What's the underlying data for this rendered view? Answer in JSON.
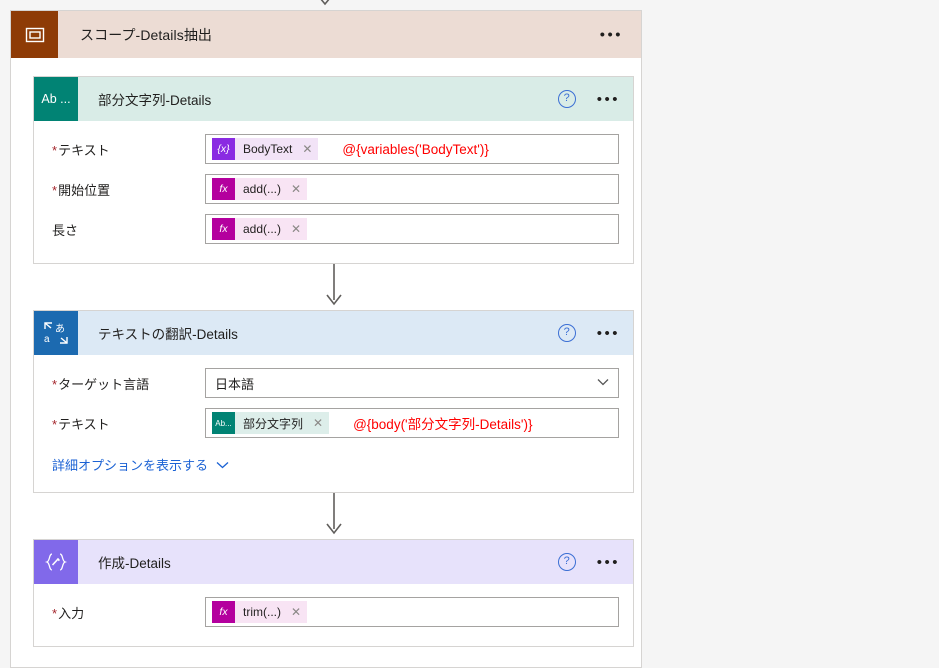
{
  "canvas": {
    "background": "#f5f5f5"
  },
  "scope": {
    "title": "スコープ-Details抽出",
    "icon": "scope-icon",
    "icon_color": "#8e3b06",
    "header_color": "#ecdcd4",
    "menu_label": "•••"
  },
  "common": {
    "help_label": "?",
    "menu_label": "•••",
    "chip_remove_label": "✕",
    "chevron_down": "⌄"
  },
  "cards": [
    {
      "title": "部分文字列-Details",
      "icon_text": "Ab ...",
      "icon_color": "#018374",
      "header_color": "#d9ece7",
      "rows": [
        {
          "label": "テキスト",
          "required": true,
          "chip": {
            "kind": "var",
            "badge": "{x}",
            "text": "BodyText"
          },
          "annotation": "@{variables('BodyText')}"
        },
        {
          "label": "開始位置",
          "required": true,
          "chip": {
            "kind": "expr",
            "badge": "fx",
            "text": "add(...)"
          },
          "annotation": ""
        },
        {
          "label": "長さ",
          "required": false,
          "chip": {
            "kind": "expr",
            "badge": "fx",
            "text": "add(...)"
          },
          "annotation": ""
        }
      ]
    },
    {
      "title": "テキストの翻訳-Details",
      "icon_text": "あa",
      "icon_color": "#1c6ab0",
      "header_color": "#dce9f5",
      "select_row": {
        "label": "ターゲット言語",
        "required": true,
        "value": "日本語"
      },
      "rows": [
        {
          "label": "テキスト",
          "required": true,
          "chip": {
            "kind": "out",
            "badge": "Ab...",
            "text": "部分文字列"
          },
          "annotation": "@{body('部分文字列-Details')}"
        }
      ],
      "advanced_link": "詳細オプションを表示する"
    },
    {
      "title": "作成-Details",
      "icon_text": "{✎}",
      "icon_color": "#8169ea",
      "header_color": "#e7e2fb",
      "rows": [
        {
          "label": "入力",
          "required": true,
          "chip": {
            "kind": "expr",
            "badge": "fx",
            "text": "trim(...)"
          },
          "annotation": ""
        }
      ]
    }
  ]
}
